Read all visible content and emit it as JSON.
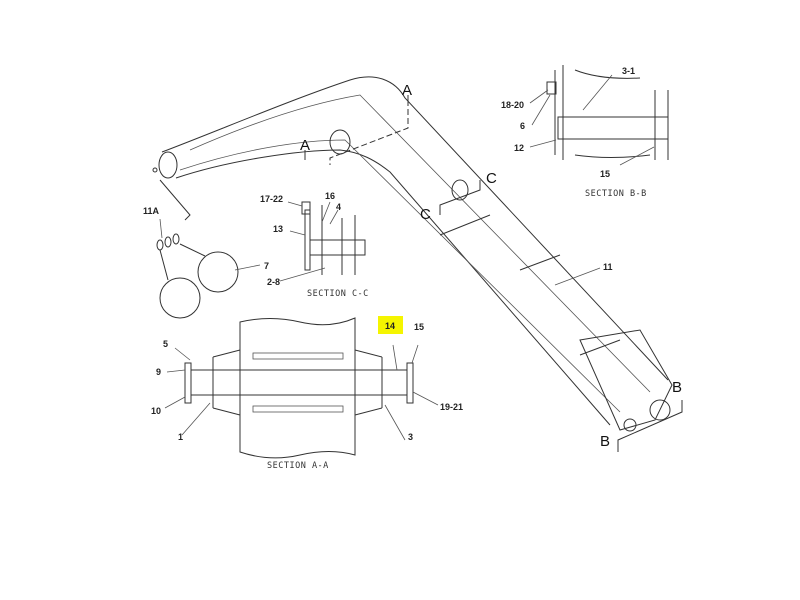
{
  "section_arrows": {
    "a1": "A",
    "a2": "A",
    "b1": "B",
    "b2": "B",
    "c1": "C",
    "c2": "C"
  },
  "callouts": {
    "boom": "11",
    "pin_group": "11A",
    "seal": "7",
    "cc_bolt": "17-22",
    "cc_16": "16",
    "cc_4": "4",
    "cc_13": "13",
    "cc_28": "2-8",
    "bb_1820": "18-20",
    "bb_6": "6",
    "bb_12": "12",
    "bb_31": "3-1",
    "bb_15": "15",
    "aa_14": "14",
    "aa_15": "15",
    "aa_5": "5",
    "aa_9": "9",
    "aa_10": "10",
    "aa_1": "1",
    "aa_3": "3",
    "aa_1921": "19-21"
  },
  "sections": {
    "cc": "SECTION C-C",
    "bb": "SECTION B-B",
    "aa": "SECTION A-A"
  },
  "highlight_color": "#f5f500"
}
